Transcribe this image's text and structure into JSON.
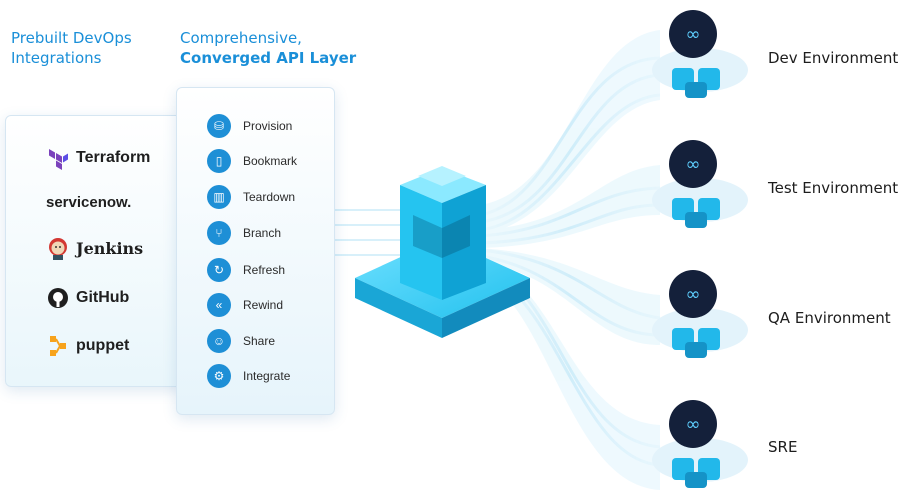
{
  "headings": {
    "left": {
      "line1": "Prebuilt DevOps",
      "line2": "Integrations"
    },
    "right": {
      "line1": "Comprehensive,",
      "line2": "Converged API Layer"
    }
  },
  "tools": [
    {
      "name": "Terraform",
      "icon": "terraform-logo",
      "color": "#7b42bc"
    },
    {
      "name": "servicenow.",
      "icon": "servicenow-wordmark",
      "color": "#1f1f1f"
    },
    {
      "name": "Jenkins",
      "icon": "jenkins-logo",
      "color": "#c3392b"
    },
    {
      "name": "GitHub",
      "icon": "github-logo",
      "color": "#1f1f1f"
    },
    {
      "name": "puppet",
      "icon": "puppet-logo",
      "color": "#f7a31c"
    }
  ],
  "api_actions": [
    {
      "label": "Provision",
      "icon": "database-provision-icon"
    },
    {
      "label": "Bookmark",
      "icon": "bookmark-icon"
    },
    {
      "label": "Teardown",
      "icon": "trash-icon"
    },
    {
      "label": "Branch",
      "icon": "branch-icon"
    },
    {
      "label": "Refresh",
      "icon": "refresh-icon"
    },
    {
      "label": "Rewind",
      "icon": "rewind-icon"
    },
    {
      "label": "Share",
      "icon": "share-users-icon"
    },
    {
      "label": "Integrate",
      "icon": "integrate-gear-icon"
    }
  ],
  "environments": [
    {
      "label": "Dev Environment",
      "icon": "cloud-database-icon"
    },
    {
      "label": "Test Environment",
      "icon": "cloud-database-icon"
    },
    {
      "label": "QA Environment",
      "icon": "cloud-database-icon"
    },
    {
      "label": "SRE",
      "icon": "cloud-database-icon"
    }
  ],
  "colors": {
    "accent": "#1a8fd8",
    "cube": "#22c1ee",
    "hub_badge": "#14203a",
    "flow": "#bfe6f7"
  }
}
